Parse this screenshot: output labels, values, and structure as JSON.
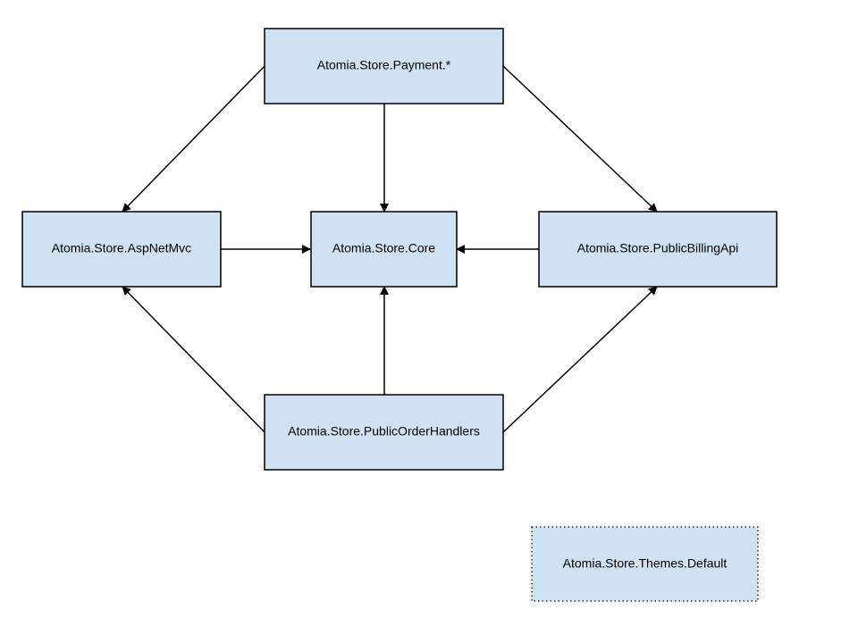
{
  "colors": {
    "node_fill": "#cfe2f3",
    "stroke": "#000000",
    "background": "#ffffff"
  },
  "nodes": {
    "payment": {
      "label": "Atomia.Store.Payment.*"
    },
    "aspnetmvc": {
      "label": "Atomia.Store.AspNetMvc"
    },
    "core": {
      "label": "Atomia.Store.Core"
    },
    "publicbillingapi": {
      "label": "Atomia.Store.PublicBillingApi"
    },
    "publicorderhandlers": {
      "label": "Atomia.Store.PublicOrderHandlers"
    },
    "themesdefault": {
      "label": "Atomia.Store.Themes.Default",
      "border_style": "dotted"
    }
  },
  "edges": [
    {
      "from": "payment",
      "to": "aspnetmvc"
    },
    {
      "from": "payment",
      "to": "core"
    },
    {
      "from": "payment",
      "to": "publicbillingapi"
    },
    {
      "from": "aspnetmvc",
      "to": "core"
    },
    {
      "from": "publicbillingapi",
      "to": "core"
    },
    {
      "from": "publicorderhandlers",
      "to": "aspnetmvc"
    },
    {
      "from": "publicorderhandlers",
      "to": "core"
    },
    {
      "from": "publicorderhandlers",
      "to": "publicbillingapi"
    }
  ]
}
